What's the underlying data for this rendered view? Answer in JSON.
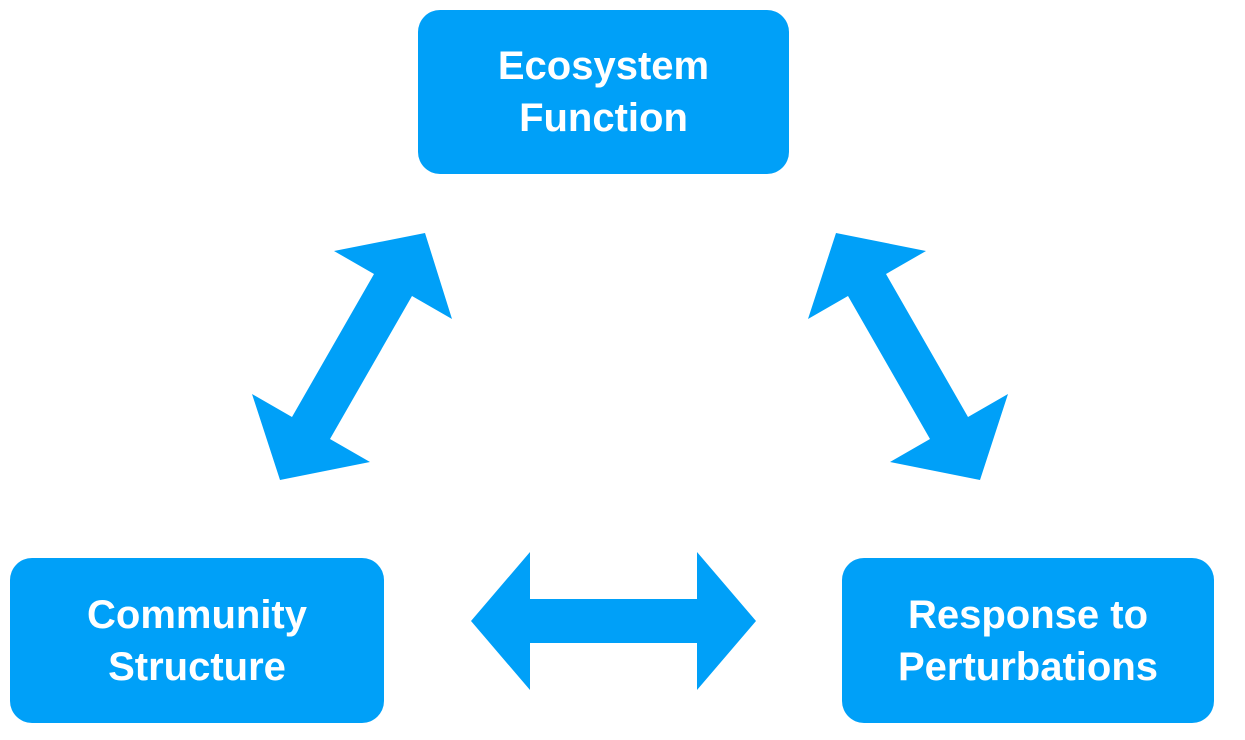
{
  "diagram": {
    "accent_color": "#00a0f8",
    "nodes": {
      "ecosystem_function": {
        "line1": "Ecosystem",
        "line2": "Function"
      },
      "community_structure": {
        "line1": "Community",
        "line2": "Structure"
      },
      "response_to_perturbations": {
        "line1": "Response to",
        "line2": "Perturbations"
      }
    },
    "edges": [
      {
        "from": "community_structure",
        "to": "ecosystem_function",
        "type": "bidirectional-arrow"
      },
      {
        "from": "ecosystem_function",
        "to": "response_to_perturbations",
        "type": "bidirectional-arrow"
      },
      {
        "from": "community_structure",
        "to": "response_to_perturbations",
        "type": "bidirectional-arrow"
      }
    ]
  }
}
